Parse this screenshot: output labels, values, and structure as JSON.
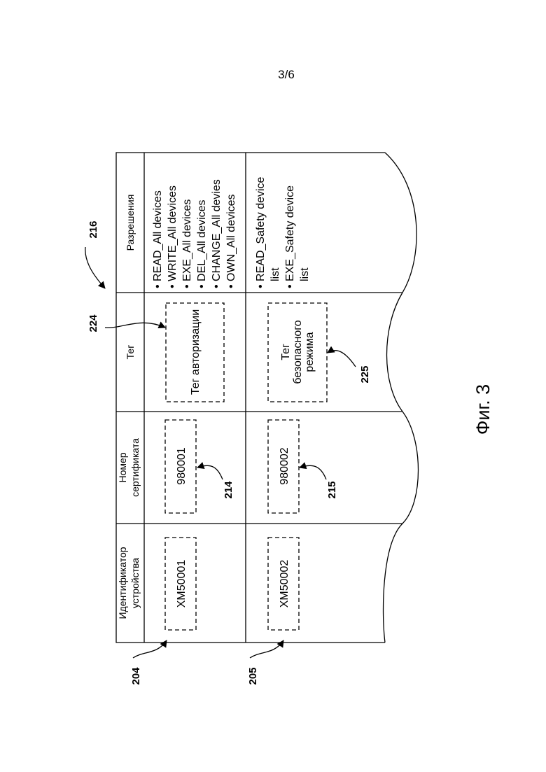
{
  "page_number": "3/6",
  "figure_caption": "Фиг. 3",
  "table": {
    "headers": {
      "device_id": "Идентификатор устройства",
      "device_id_line1": "Идентификатор",
      "device_id_line2": "устройства",
      "cert_line1": "Номер",
      "cert_line2": "сертификата",
      "tag": "Тег",
      "permissions": "Разрешения"
    },
    "rows": [
      {
        "ref": "204",
        "device_id": "XM50001",
        "certificate": "980001",
        "certificate_ref": "214",
        "tag_lines": [
          "Тег авторизации"
        ],
        "tag_ref": "224",
        "permissions": [
          "READ_All devices",
          "WRITE_All devices",
          "EXE_All devices",
          "DEL_All devices",
          "CHANGE_All devies",
          "OWN_All devices"
        ]
      },
      {
        "ref": "205",
        "device_id": "XM50002",
        "certificate": "980002",
        "certificate_ref": "215",
        "tag_lines": [
          "Тег",
          "безопасного",
          "режима"
        ],
        "tag_ref": "225",
        "permissions": [
          "READ_Safety device",
          "list",
          "EXE_Safety device",
          "list"
        ]
      }
    ]
  },
  "table_ref": "216"
}
